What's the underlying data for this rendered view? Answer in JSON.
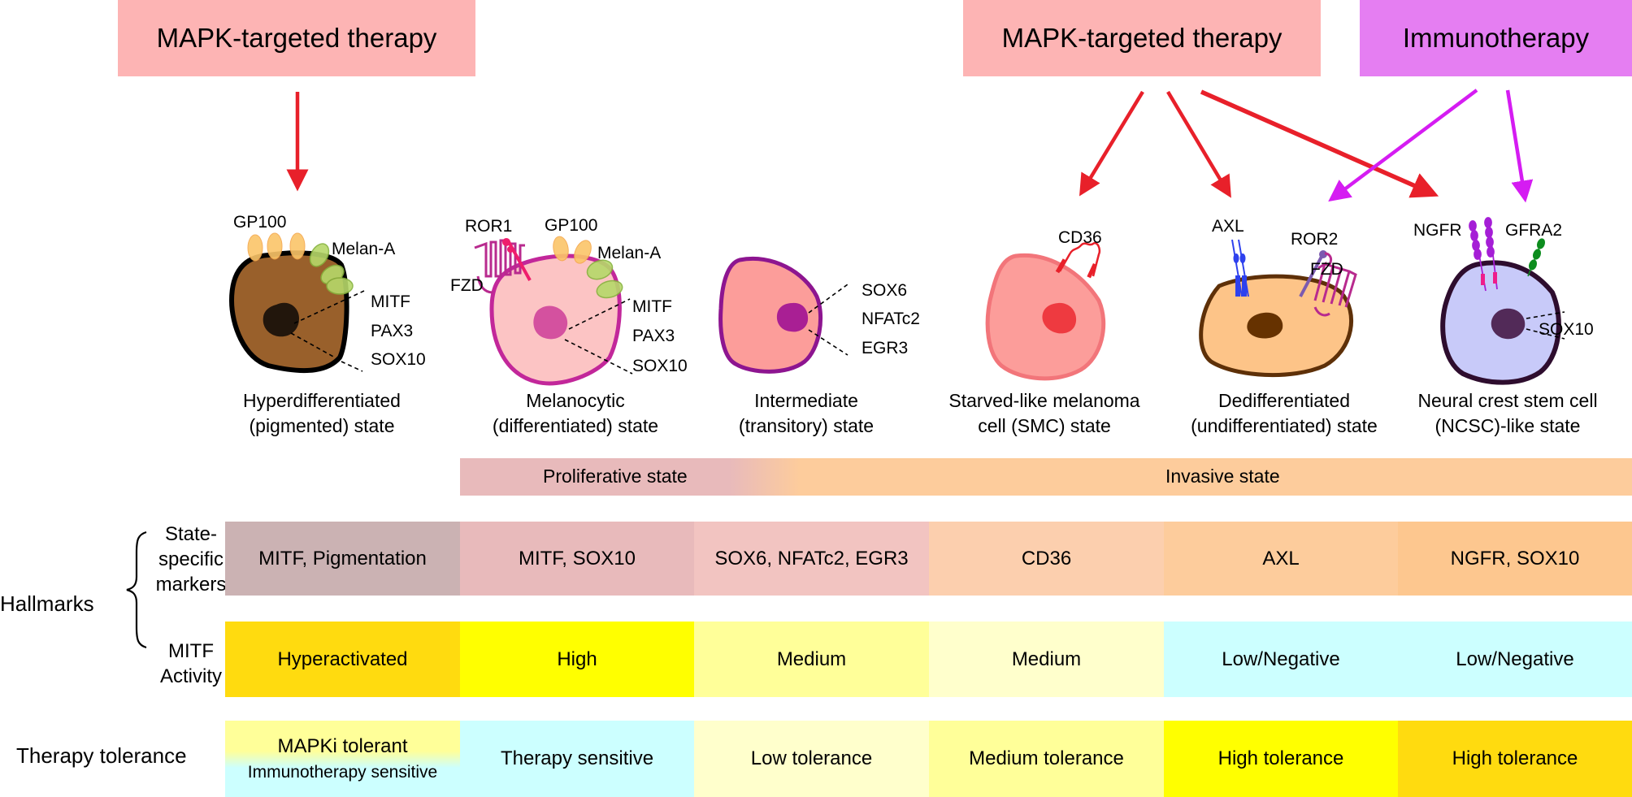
{
  "therapies": {
    "left": {
      "label": "MAPK-targeted therapy",
      "color": "#fdb4b4"
    },
    "right": {
      "label": "MAPK-targeted therapy",
      "color": "#fdb4b4"
    },
    "immuno": {
      "label": "Immunotherapy",
      "color": "#e57ef2"
    }
  },
  "arrow_colors": {
    "mapk": "#e8202a",
    "immuno": "#d51cf2"
  },
  "arrows": [
    {
      "from": "left",
      "to": "hyperdifferentiated"
    },
    {
      "from": "right",
      "to": "smc"
    },
    {
      "from": "right",
      "to": "dedifferentiated"
    },
    {
      "from": "right",
      "to": "ncsc"
    },
    {
      "from": "immuno",
      "to": "dedifferentiated"
    },
    {
      "from": "immuno",
      "to": "ncsc"
    }
  ],
  "cells": [
    {
      "id": "hyperdifferentiated",
      "line1": "Hyperdifferentiated",
      "line2": "(pigmented) state",
      "markers": {
        "surface_a": "GP100",
        "surface_b": "Melan-A",
        "tf": [
          "MITF",
          "PAX3",
          "SOX10"
        ]
      }
    },
    {
      "id": "melanocytic",
      "line1": "Melanocytic",
      "line2": "(differentiated) state",
      "markers": {
        "receptor_a": "ROR1",
        "receptor_b": "FZD",
        "surface_a": "GP100",
        "surface_b": "Melan-A",
        "tf": [
          "MITF",
          "PAX3",
          "SOX10"
        ]
      }
    },
    {
      "id": "intermediate",
      "line1": "Intermediate",
      "line2": "(transitory) state",
      "markers": {
        "tf": [
          "SOX6",
          "NFATc2",
          "EGR3"
        ]
      }
    },
    {
      "id": "smc",
      "line1": "Starved-like melanoma",
      "line2": "cell (SMC) state",
      "markers": {
        "surface_a": "CD36"
      }
    },
    {
      "id": "dedifferentiated",
      "line1": "Dedifferentiated",
      "line2": "(undifferentiated) state",
      "markers": {
        "receptor_a": "AXL",
        "receptor_b": "ROR2",
        "receptor_c": "FZD"
      }
    },
    {
      "id": "ncsc",
      "line1": "Neural crest stem cell",
      "line2": "(NCSC)-like state",
      "markers": {
        "receptor_a": "NGFR",
        "receptor_b": "GFRA2",
        "tf": [
          "SOX10"
        ]
      }
    }
  ],
  "phenotype_bar": {
    "proliferative": "Proliferative state",
    "invasive": "Invasive state",
    "colors": {
      "proliferative": "#e8babb",
      "invasive": "#fdcc9c"
    }
  },
  "row_labels": {
    "hallmarks": "Hallmarks",
    "markers": [
      "State-",
      "specific",
      "markers"
    ],
    "mitf": [
      "MITF",
      "Activity"
    ],
    "therapy": "Therapy tolerance"
  },
  "rows": {
    "markers": [
      {
        "text": "MITF, Pigmentation",
        "color": "#cbb2b3"
      },
      {
        "text": "MITF, SOX10",
        "color": "#e8babb"
      },
      {
        "text": "SOX6, NFATc2, EGR3",
        "color": "#f2c4c1"
      },
      {
        "text": "CD36",
        "color": "#fccfae"
      },
      {
        "text": "AXL",
        "color": "#fdcc9c"
      },
      {
        "text": "NGFR, SOX10",
        "color": "#fdc78f"
      }
    ],
    "mitf": [
      {
        "text": "Hyperactivated",
        "color": "#ffdb0f"
      },
      {
        "text": "High",
        "color": "#ffff00"
      },
      {
        "text": "Medium",
        "color": "#ffff99"
      },
      {
        "text": "Medium",
        "color": "#ffffcc"
      },
      {
        "text": "Low/Negative",
        "color": "#ccffff"
      },
      {
        "text": "Low/Negative",
        "color": "#ccffff"
      }
    ],
    "therapy": [
      {
        "text": "MAPKi tolerant",
        "text2": "Immunotherapy sensitive",
        "color": "#ffff99",
        "color2": "#ccffff"
      },
      {
        "text": "Therapy sensitive",
        "color": "#ccffff"
      },
      {
        "text": "Low tolerance",
        "color": "#ffffcc"
      },
      {
        "text": "Medium tolerance",
        "color": "#ffff99"
      },
      {
        "text": "High tolerance",
        "color": "#ffff00"
      },
      {
        "text": "High tolerance",
        "color": "#ffdb0f"
      }
    ]
  }
}
